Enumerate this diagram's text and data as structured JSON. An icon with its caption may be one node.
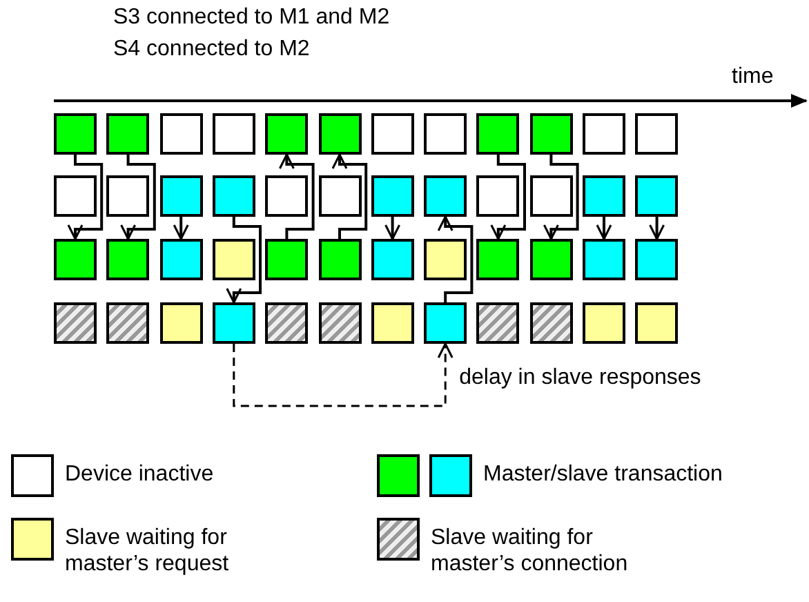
{
  "diagram": {
    "nodes": [
      {
        "text": [],
        "shape": "box"
      },
      {
        "text": [],
        "shape": "box"
      },
      {
        "text": [],
        "shape": "box"
      },
      {
        "text": [],
        "shape": "box"
      },
      {
        "text": [],
        "shape": "box"
      },
      {
        "text": [],
        "shape": "box"
      },
      {
        "text": [],
        "shape": "box"
      },
      {
        "text": [],
        "shape": "box"
      },
      {
        "text": [],
        "shape": "box"
      },
      {
        "text": [],
        "shape": "box"
      },
      {
        "text": [],
        "shape": "box"
      },
      {
        "text": [],
        "shape": "box"
      },
      {
        "text": [],
        "shape": "box"
      },
      {
        "text": [],
        "shape": "box"
      },
      {
        "text": [],
        "shape": "box"
      },
      {
        "text": [],
        "shape": "box"
      },
      {
        "text": [],
        "shape": "box"
      },
      {
        "text": [],
        "shape": "box"
      },
      {
        "text": [],
        "shape": "box"
      },
      {
        "text": [],
        "shape": "box"
      },
      {
        "text": [],
        "shape": "box"
      },
      {
        "text": [],
        "shape": "box"
      },
      {
        "text": [],
        "shape": "box"
      },
      {
        "text": [],
        "shape": "box"
      },
      {
        "text": [],
        "shape": "box"
      },
      {
        "text": [],
        "shape": "box"
      },
      {
        "text": [],
        "shape": "box"
      },
      {
        "text": [],
        "shape": "box"
      },
      {
        "text": [],
        "shape": "box"
      },
      {
        "text": [],
        "shape": "box"
      },
      {
        "text": [],
        "shape": "box"
      },
      {
        "text": [],
        "shape": "box"
      },
      {
        "text": [],
        "shape": "box"
      },
      {
        "text": [],
        "shape": "box"
      },
      {
        "text": [],
        "shape": "box"
      },
      {
        "text": [],
        "shape": "box"
      },
      {
        "text": [],
        "shape": "box"
      },
      {
        "text": [],
        "shape": "box"
      },
      {
        "text": [],
        "shape": "box"
      },
      {
        "text": [],
        "shape": "box"
      },
      {
        "text": [],
        "shape": "box"
      },
      {
        "text": [],
        "shape": "box"
      },
      {
        "text": [],
        "shape": "box"
      },
      {
        "text": [],
        "shape": "box"
      },
      {
        "text": [],
        "shape": "box"
      },
      {
        "text": [],
        "shape": "box"
      },
      {
        "text": [],
        "shape": "box"
      },
      {
        "text": [],
        "shape": "box"
      }
    ],
    "edges": [
      {
        "from": 0,
        "to": 24,
        "arrow": "to"
      },
      {
        "from": 1,
        "to": 25,
        "arrow": "to"
      },
      {
        "from": 14,
        "to": 26,
        "arrow": "to"
      },
      {
        "from": 15,
        "to": 39,
        "arrow": "to"
      },
      {
        "from": 28,
        "to": 4,
        "arrow": "to"
      },
      {
        "from": 29,
        "to": 5,
        "arrow": "to"
      },
      {
        "from": 18,
        "to": 30,
        "arrow": "to"
      },
      {
        "from": 43,
        "to": 19,
        "arrow": "to"
      },
      {
        "from": 8,
        "to": 32,
        "arrow": "to"
      },
      {
        "from": 9,
        "to": 33,
        "arrow": "to"
      },
      {
        "from": 22,
        "to": 34,
        "arrow": "to"
      },
      {
        "from": 23,
        "to": 35,
        "arrow": "to"
      },
      {
        "from": 39,
        "to": 43,
        "arrow": "to",
        "style": "dashed",
        "label": "delay in slave responses"
      }
    ],
    "labels": [
      "S3 connected to M1 and M2",
      "S4 connected to M2",
      "time"
    ],
    "legend": [
      {
        "text": "Device inactive",
        "color": "#ffffff"
      },
      {
        "text": "Master/slave transaction",
        "color": "#00ff00"
      },
      {
        "text": "Slave waiting for master’s request",
        "color": "#ffff99"
      },
      {
        "text": "Slave waiting for master’s connection"
      }
    ]
  }
}
